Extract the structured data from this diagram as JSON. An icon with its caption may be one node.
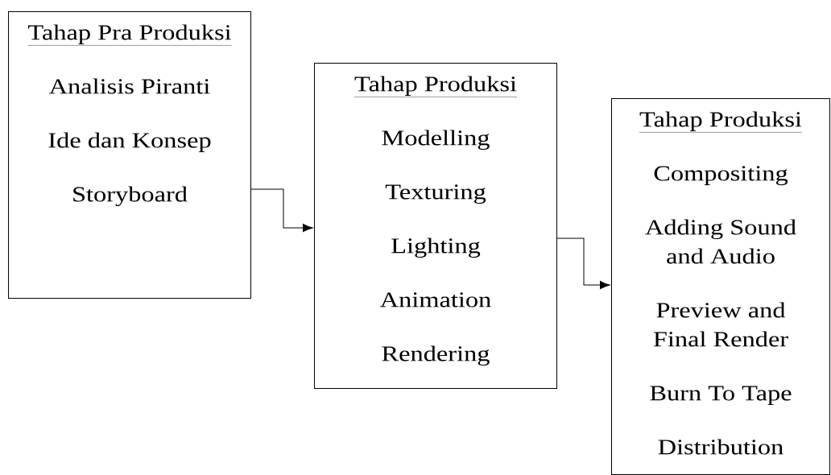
{
  "diagram": {
    "nodes": [
      {
        "text": [
          "Tahap Pra Produksi",
          "Analisis Piranti",
          "Ide dan Konsep",
          "Storyboard"
        ]
      },
      {
        "text": [
          "Tahap Produksi",
          "Modelling",
          "Texturing",
          "Lighting",
          "Animation",
          "Rendering"
        ]
      },
      {
        "text": [
          "Tahap Produksi",
          "Compositing",
          "Adding Sound and Audio",
          "Preview and Final Render",
          "Burn To Tape",
          "Distribution"
        ]
      }
    ],
    "edges": [
      {
        "from": 0,
        "to": 1,
        "arrow": "to"
      },
      {
        "from": 1,
        "to": 2,
        "arrow": "to"
      }
    ]
  }
}
